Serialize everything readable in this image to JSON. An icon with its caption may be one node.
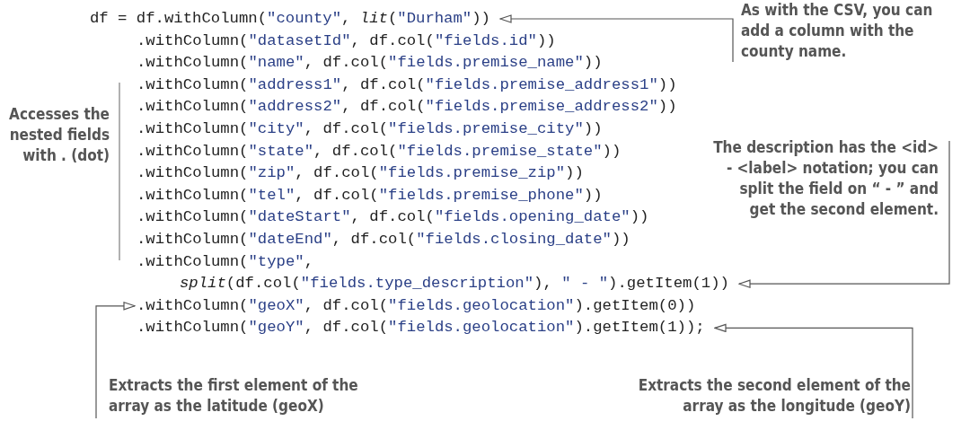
{
  "diagram": {
    "nodes": [
      {
        "text": [
          "df = df.withColumn(\"county\", *lit*(\"Durham\"))"
        ]
      },
      {
        "text": [
          ".withColumn(\"datasetId\", df.col(\"fields.id\"))"
        ]
      },
      {
        "text": [
          ".withColumn(\"name\", df.col(\"fields.premise_name\"))"
        ]
      },
      {
        "text": [
          ".withColumn(\"address1\", df.col(\"fields.premise_address1\"))"
        ]
      },
      {
        "text": [
          ".withColumn(\"address2\", df.col(\"fields.premise_address2\"))"
        ]
      },
      {
        "text": [
          ".withColumn(\"city\", df.col(\"fields.premise_city\"))"
        ]
      },
      {
        "text": [
          ".withColumn(\"state\", df.col(\"fields.premise_state\"))"
        ]
      },
      {
        "text": [
          ".withColumn(\"zip\", df.col(\"fields.premise_zip\"))"
        ]
      },
      {
        "text": [
          ".withColumn(\"tel\", df.col(\"fields.premise_phone\"))"
        ]
      },
      {
        "text": [
          ".withColumn(\"dateStart\", df.col(\"fields.opening_date\"))"
        ]
      },
      {
        "text": [
          ".withColumn(\"dateEnd\", df.col(\"fields.closing_date\"))"
        ]
      },
      {
        "text": [
          ".withColumn(\"type\","
        ]
      },
      {
        "text": [
          "*split*(df.col(\"fields.type_description\"), \" - \").getItem(1))"
        ]
      },
      {
        "text": [
          ".withColumn(\"geoX\", df.col(\"fields.geolocation\").getItem(0))"
        ]
      },
      {
        "text": [
          ".withColumn(\"geoY\", df.col(\"fields.geolocation\").getItem(1));"
        ]
      },
      {
        "text": [
          "As with the CSV, you can add a column with the county name."
        ]
      },
      {
        "text": [
          "The description has the <id> - <label> notation; you can split the field on “ - ” and get the second element."
        ]
      },
      {
        "text": [
          "Extracts the first element of the array as the latitude (geoX)"
        ]
      },
      {
        "text": [
          "Extracts the second element of the array as the longitude (geoY)"
        ]
      }
    ],
    "edges": [
      {
        "from": 15,
        "to": 0,
        "arrow": "to"
      },
      {
        "from": 16,
        "to": 12,
        "arrow": "to"
      },
      {
        "from": 17,
        "to": 13,
        "arrow": "to"
      },
      {
        "from": 18,
        "to": 14,
        "arrow": "to"
      }
    ],
    "labels": [
      "Accesses the nested fields with . (dot)"
    ]
  }
}
